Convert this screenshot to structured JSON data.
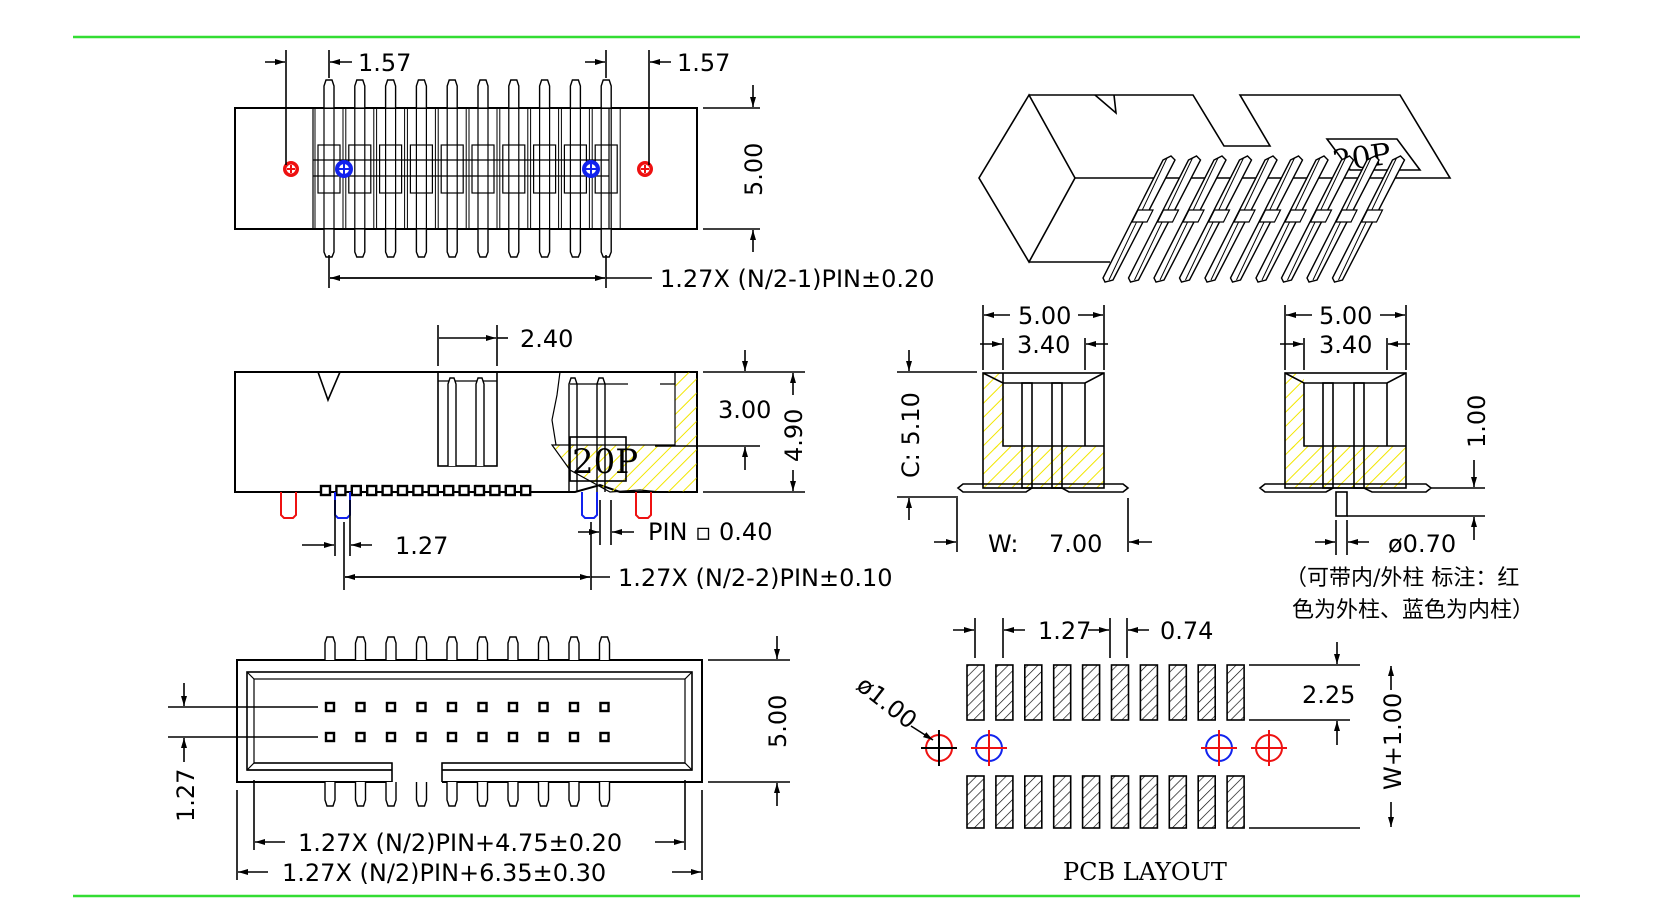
{
  "colors": {
    "frame_rule": "#33dd33",
    "outer_post": "#ee1111",
    "inner_post": "#1122ee",
    "hatch_fill": "#ffff33",
    "ink": "#000000"
  },
  "connector": {
    "pin_count_label": "20P",
    "pins_per_row": 10,
    "rows": 2
  },
  "top_view": {
    "left_offset": "1.57",
    "right_offset": "1.57",
    "height": "5.00",
    "pitch_span": "1.27X (N/2-1)PIN±0.20"
  },
  "side_view": {
    "cutout_width": "2.40",
    "cavity_depth": "3.00",
    "total_height": "4.90",
    "label": "20P",
    "pitch": "1.27",
    "pin_size": "PIN ▫ 0.40",
    "post_span": "1.27X (N/2-2)PIN±0.10"
  },
  "front_view": {
    "row_pitch": "1.27",
    "height": "5.00",
    "inner_length": "1.27X (N/2)PIN+4.75±0.20",
    "outer_length": "1.27X (N/2)PIN+6.35±0.30"
  },
  "end_view_a": {
    "outer_width": "5.00",
    "inner_width": "3.40",
    "height_label": "C: 5.10",
    "width_label_prefix": "W:",
    "width_value": "7.00"
  },
  "end_view_b": {
    "outer_width": "5.00",
    "inner_width": "3.40",
    "post_height": "1.00",
    "post_diameter": "ø0.70"
  },
  "note": {
    "line1": "（可带内/外柱 标注：红",
    "line2": "色为外柱、蓝色为内柱）"
  },
  "pcb_layout": {
    "title": "PCB LAYOUT",
    "pad_pitch": "1.27",
    "pad_width": "0.74",
    "pad_gap": "2.25",
    "total_span": "W+1.00",
    "hole_diameter": "ø1.00"
  }
}
